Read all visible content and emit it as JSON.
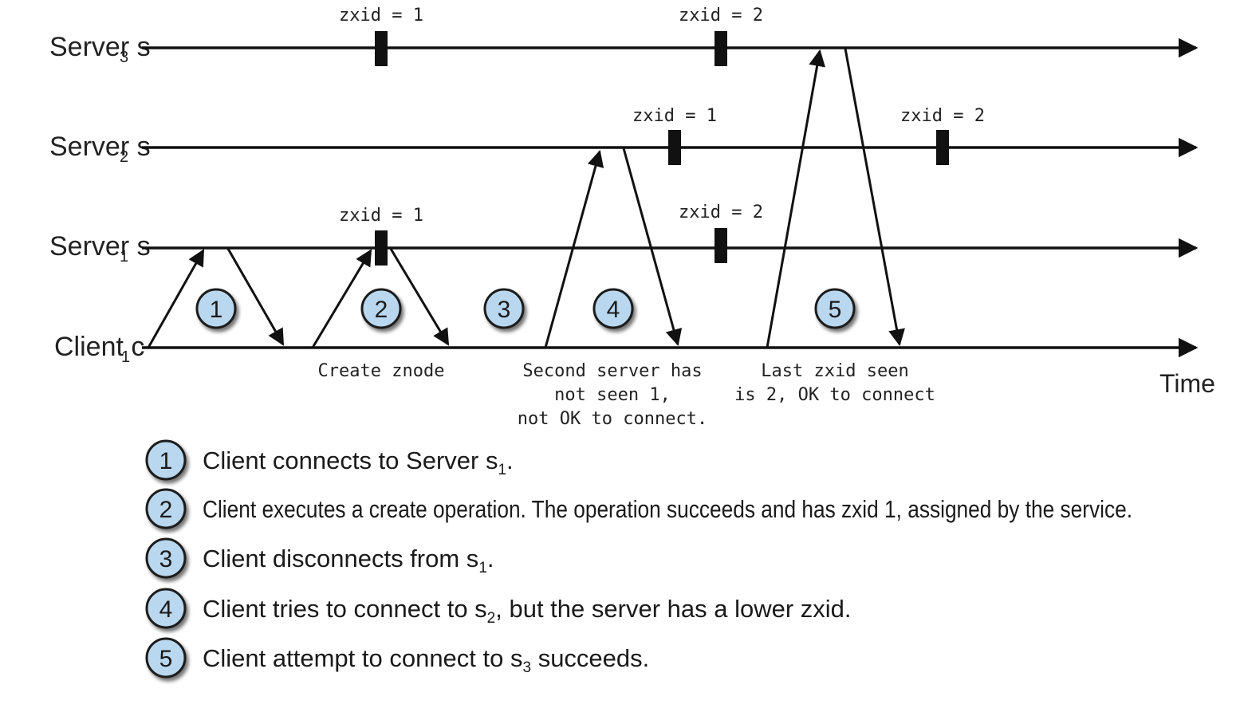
{
  "lanes": {
    "s3": {
      "label": "Server s",
      "sub": "3"
    },
    "s2": {
      "label": "Server s",
      "sub": "2"
    },
    "s1": {
      "label": "Server s",
      "sub": "1"
    },
    "c1": {
      "label": "Client c",
      "sub": "1"
    }
  },
  "time_label": "Time",
  "zxid_labels": {
    "s3_a": "zxid = 1",
    "s3_b": "zxid = 2",
    "s2_a": "zxid = 1",
    "s2_b": "zxid = 2",
    "s1_a": "zxid = 1",
    "s1_b": "zxid = 2"
  },
  "steps": {
    "n1": "1",
    "n2": "2",
    "n3": "3",
    "n4": "4",
    "n5": "5"
  },
  "annotations": {
    "create": "Create znode",
    "second_l1": "Second server has",
    "second_l2": "not seen 1,",
    "second_l3": "not OK to connect.",
    "last_l1": "Last zxid seen",
    "last_l2": "is 2, OK to connect"
  },
  "legend": [
    {
      "num": "1",
      "text": "Client connects to Server s",
      "sub": "1",
      "after": "."
    },
    {
      "num": "2",
      "text": "Client executes a create operation. The operation succeeds and has zxid 1, assigned by the service."
    },
    {
      "num": "3",
      "text": "Client disconnects from s",
      "sub": "1",
      "after": "."
    },
    {
      "num": "4",
      "text": "Client tries to connect to s",
      "sub": "2",
      "after": ", but the server has a lower zxid."
    },
    {
      "num": "5",
      "text": "Client attempt to connect to s",
      "sub": "3",
      "after": " succeeds."
    }
  ],
  "colors": {
    "line": "#111111",
    "bubble_fill": "#b9d7ee",
    "bubble_stroke": "#1a1a1a"
  }
}
